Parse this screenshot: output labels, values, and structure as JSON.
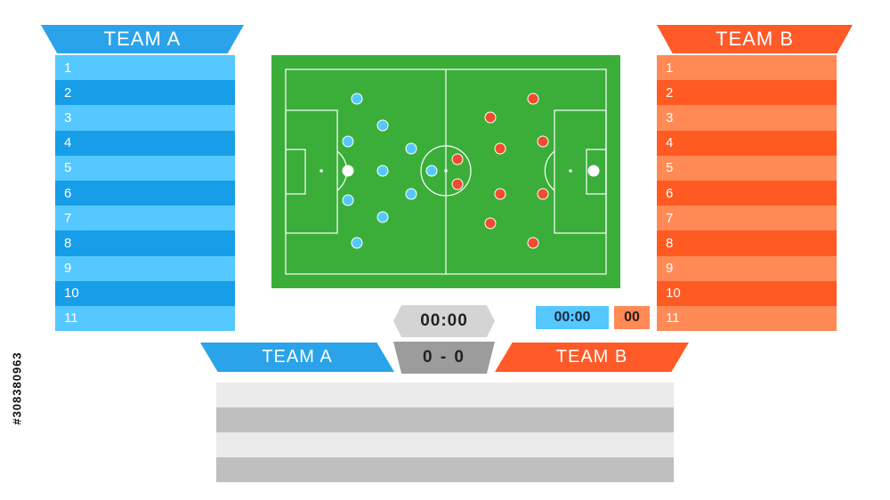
{
  "team_a": {
    "name": "TEAM A",
    "color": "#2aa3ea",
    "players": [
      "1",
      "2",
      "3",
      "4",
      "5",
      "6",
      "7",
      "8",
      "9",
      "10",
      "11"
    ]
  },
  "team_b": {
    "name": "TEAM B",
    "color": "#ff5a28",
    "players": [
      "1",
      "2",
      "3",
      "4",
      "5",
      "6",
      "7",
      "8",
      "9",
      "10",
      "11"
    ]
  },
  "scoreboard": {
    "time": "00:00",
    "score": "0 - 0",
    "team_a_label": "TEAM A",
    "team_b_label": "TEAM B",
    "mini_time": "00:00",
    "mini_score": "00"
  },
  "field": {
    "grass_color": "#3aae39",
    "team_a_dot_color": "#55c8ff",
    "team_b_dot_color": "#f04d2e",
    "ball_color": "#ffffff"
  },
  "info_table": {
    "rows": 4
  },
  "stock_id": "#308380963"
}
